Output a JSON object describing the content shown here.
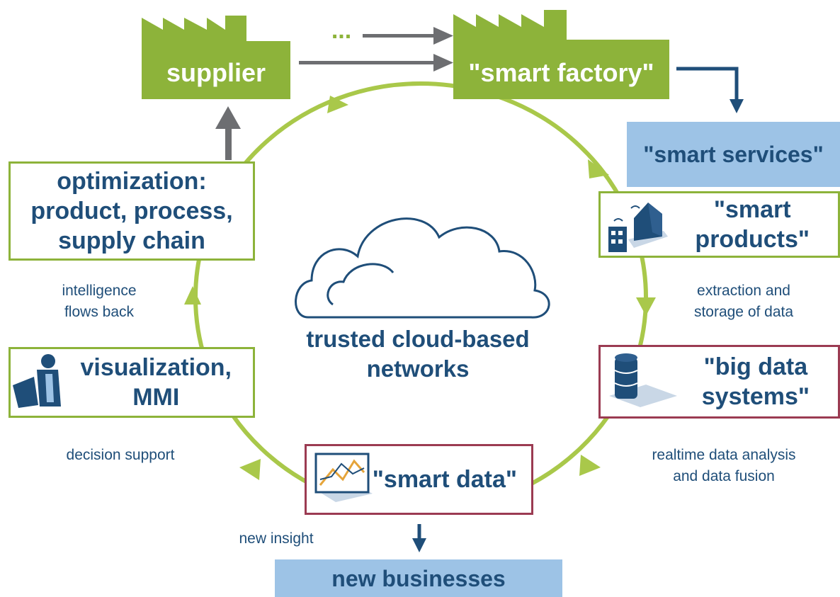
{
  "colors": {
    "accent_green": "#8db33a",
    "navy": "#1f4e79",
    "box_blue": "#9dc3e6",
    "box_red": "#9b3b52",
    "flow_gray": "#6d6e71"
  },
  "top": {
    "supplier": "supplier",
    "ellipsis": "...",
    "smart_factory": "\"smart factory\""
  },
  "smart_services": "\"smart services\"",
  "optimization": "optimization:\nproduct, process,\nsupply chain",
  "smart_products": "\"smart\nproducts\"",
  "big_data": "\"big data\nsystems\"",
  "visualization": "visualization,\nMMI",
  "smart_data": "\"smart data\"",
  "new_businesses": "new businesses",
  "center": "trusted cloud-based\nnetworks",
  "captions": {
    "intelligence": "intelligence\nflows back",
    "extraction": "extraction and\nstorage of data",
    "decision": "decision support",
    "realtime": "realtime data analysis\nand data fusion",
    "insight": "new insight"
  },
  "icons": {
    "supplier": "factory-icon",
    "smart_factory": "factory-icon",
    "smart_products": "smart-home-icon",
    "big_data": "database-icon",
    "visualization": "user-monitor-icon",
    "smart_data": "line-chart-icon",
    "center": "cloud-icon"
  }
}
